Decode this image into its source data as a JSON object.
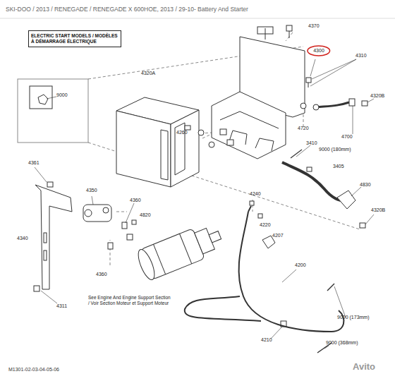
{
  "diagram": {
    "title": "SKI-DOO / 2013 / RENEGADE / RENEGADE X 600HOE, 2013 / 29-10- Battery And Starter",
    "nodes": [
      {
        "text": [
          "ELECTRIC START MODELS / MODÈLES À DÉMARRAGE ÉLECTRIQUE"
        ]
      },
      {
        "text": [
          "4300"
        ]
      }
    ],
    "labels": [
      "4370",
      "4310",
      "4320A",
      "9000",
      "4320B",
      "4260",
      "4720",
      "4700",
      "3410",
      "9000 (180mm)",
      "3405",
      "4830",
      "4361",
      "4350",
      "4360",
      "4820",
      "4240",
      "4220",
      "4207",
      "4320B",
      "4340",
      "4360",
      "4311",
      "See Engine And Engine Support Section / Voir Section Moteur et Support Moteur",
      "4200",
      "9000 (173mm)",
      "4210",
      "9000 (368mm)",
      "M1301-02-03-04-05-06",
      "Avito"
    ]
  }
}
